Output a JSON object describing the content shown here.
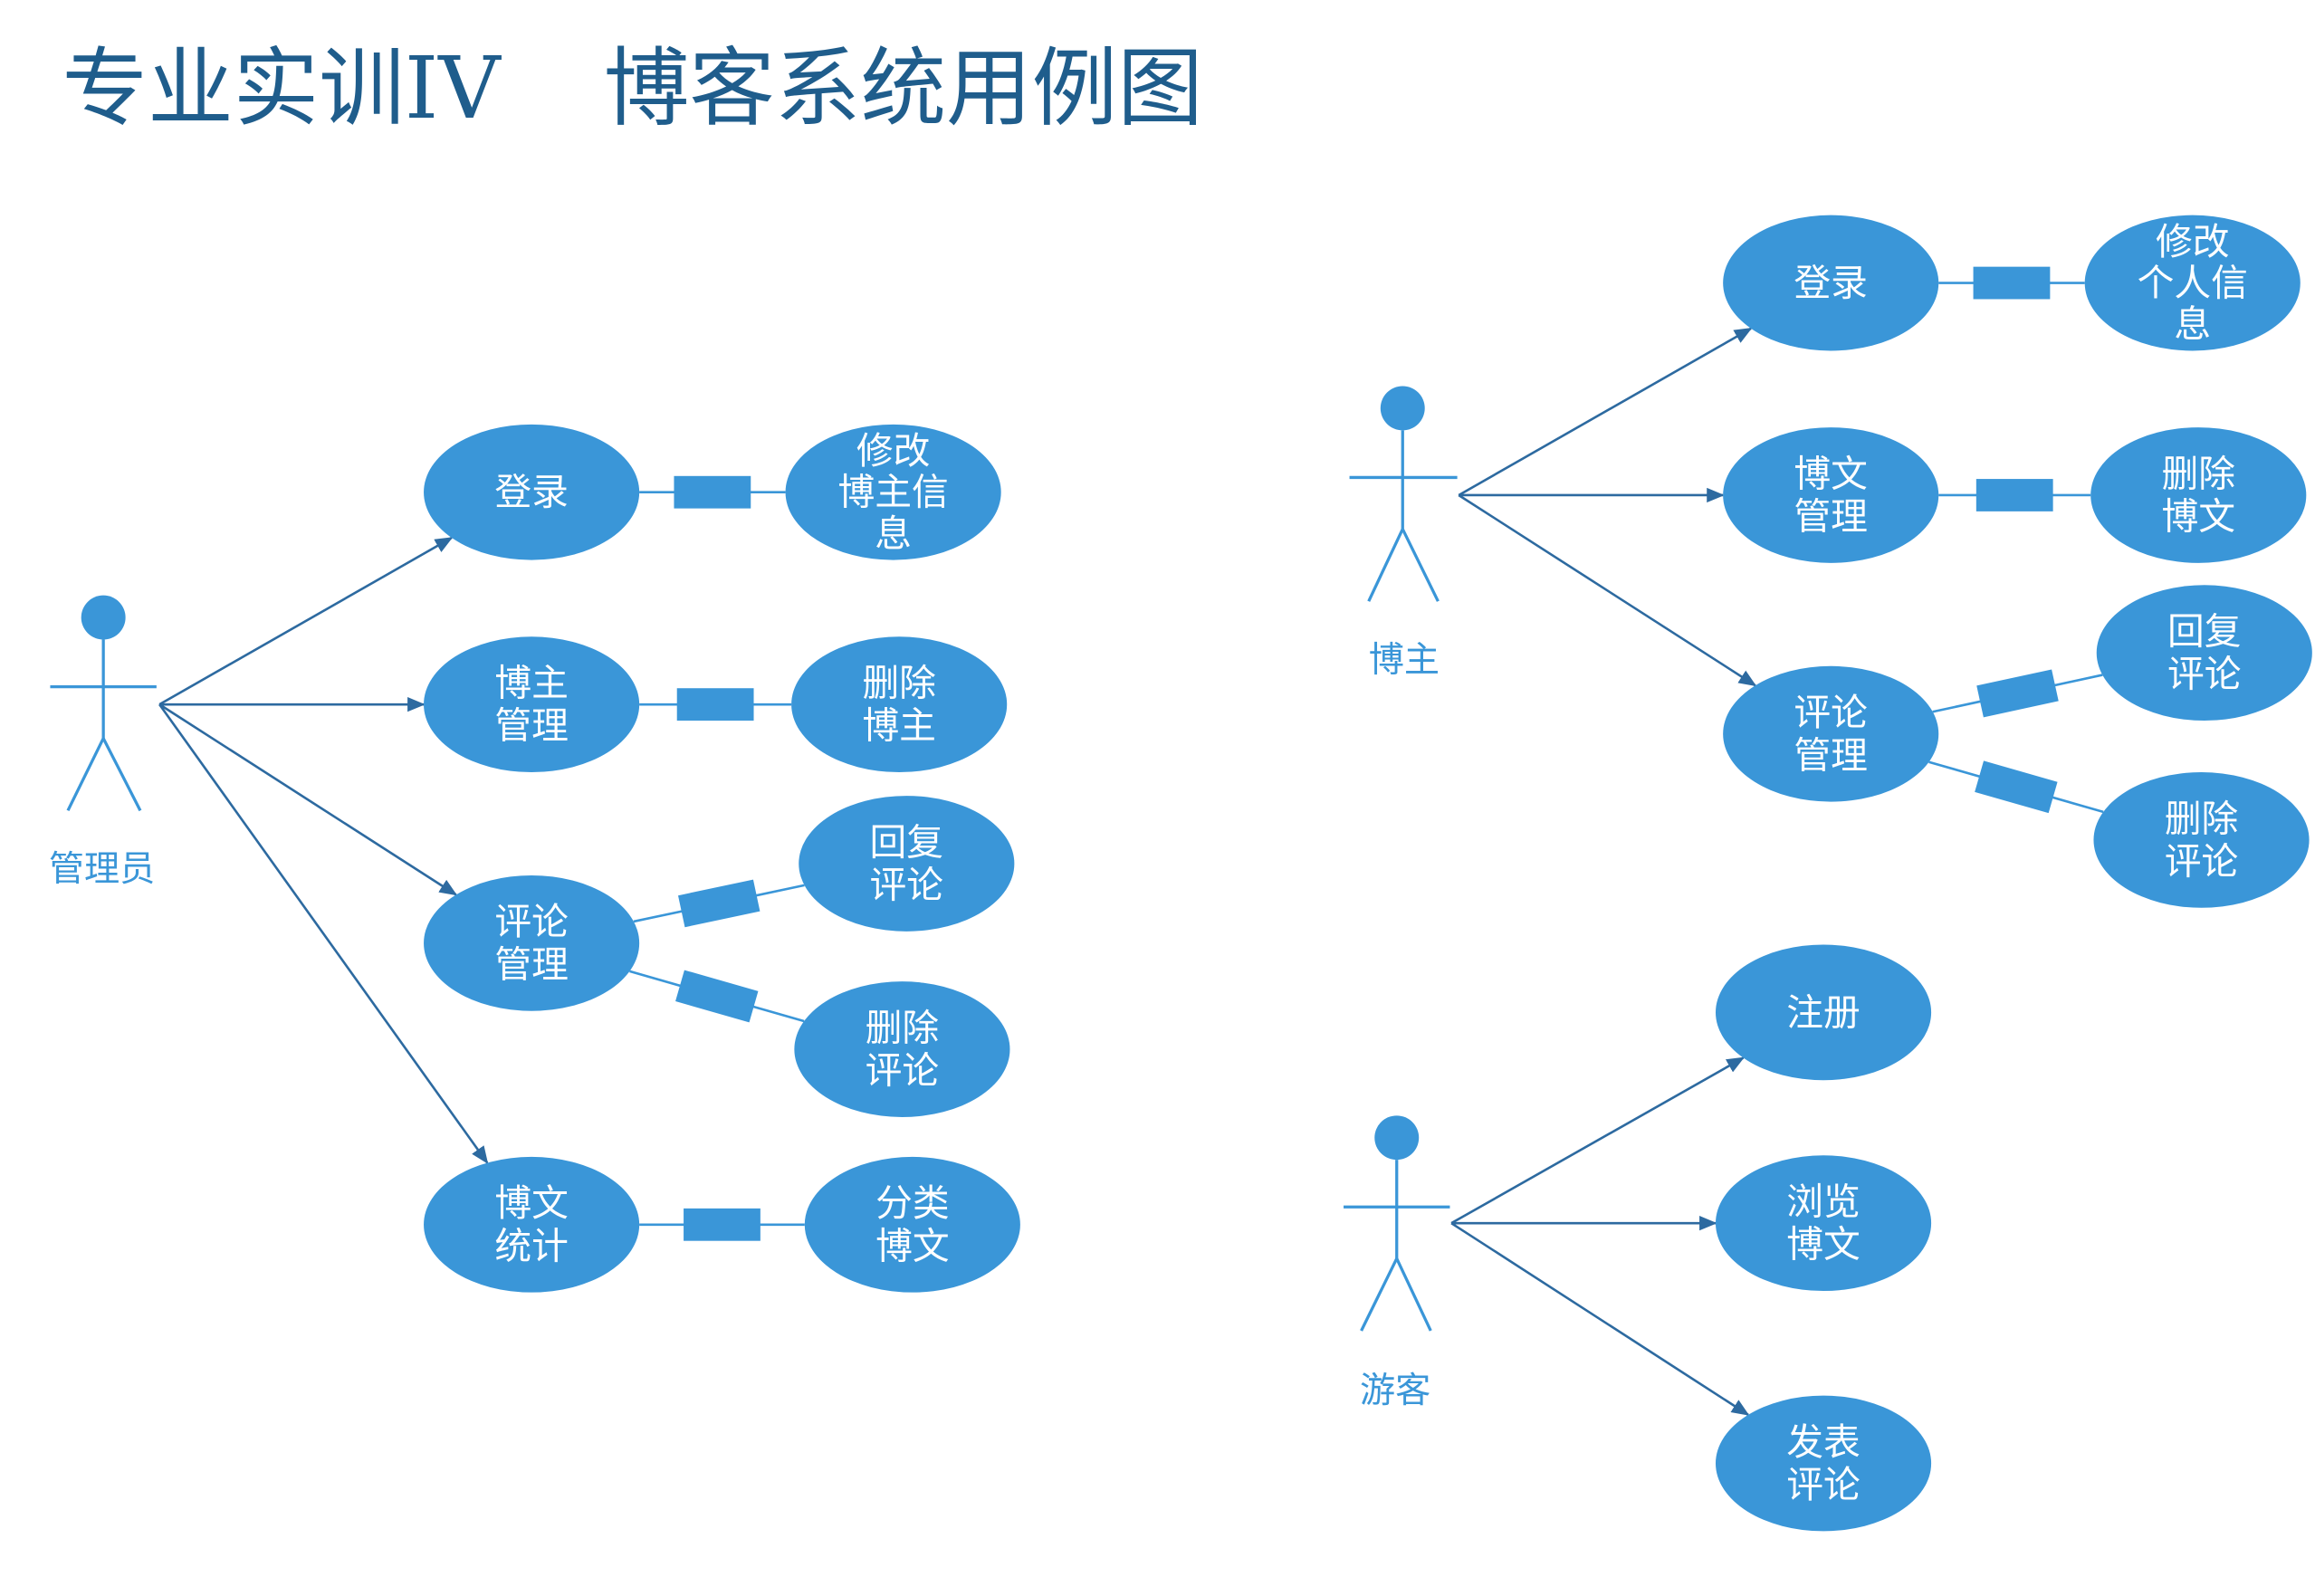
{
  "title": {
    "part1": "专业实训IV",
    "part2": "博客系统用例图"
  },
  "colors": {
    "use_case_fill": "#3a96d8",
    "actor": "#3a96d8",
    "arrow": "#2d6aa0",
    "title": "#1f5d8c",
    "use_case_text": "#ffffff"
  },
  "actors": [
    {
      "id": "admin",
      "label": "管理员"
    },
    {
      "id": "blogger",
      "label": "博主"
    },
    {
      "id": "visitor",
      "label": "游客"
    }
  ],
  "use_cases": [
    {
      "id": "admin-login",
      "lines": [
        "登录"
      ]
    },
    {
      "id": "admin-edit-blogger-info",
      "lines": [
        "修改",
        "博主信",
        "息"
      ]
    },
    {
      "id": "admin-blogger-manage",
      "lines": [
        "博主",
        "管理"
      ]
    },
    {
      "id": "admin-delete-blogger",
      "lines": [
        "删除",
        "博主"
      ]
    },
    {
      "id": "admin-comment-manage",
      "lines": [
        "评论",
        "管理"
      ]
    },
    {
      "id": "admin-reply-comment",
      "lines": [
        "回复",
        "评论"
      ]
    },
    {
      "id": "admin-delete-comment",
      "lines": [
        "删除",
        "评论"
      ]
    },
    {
      "id": "admin-post-stats",
      "lines": [
        "博文",
        "统计"
      ]
    },
    {
      "id": "admin-categorize-post",
      "lines": [
        "分类",
        "博文"
      ]
    },
    {
      "id": "blogger-login",
      "lines": [
        "登录"
      ]
    },
    {
      "id": "blogger-edit-profile",
      "lines": [
        "修改",
        "个人信",
        "息"
      ]
    },
    {
      "id": "blogger-post-manage",
      "lines": [
        "博文",
        "管理"
      ]
    },
    {
      "id": "blogger-delete-post",
      "lines": [
        "删除",
        "博文"
      ]
    },
    {
      "id": "blogger-comment-manage",
      "lines": [
        "评论",
        "管理"
      ]
    },
    {
      "id": "blogger-reply-comment",
      "lines": [
        "回复",
        "评论"
      ]
    },
    {
      "id": "blogger-delete-comment",
      "lines": [
        "删除",
        "评论"
      ]
    },
    {
      "id": "visitor-register",
      "lines": [
        "注册"
      ]
    },
    {
      "id": "visitor-browse-post",
      "lines": [
        "浏览",
        "博文"
      ]
    },
    {
      "id": "visitor-post-comment",
      "lines": [
        "发表",
        "评论"
      ]
    }
  ],
  "associations": [
    {
      "from": "admin",
      "to": "admin-login"
    },
    {
      "from": "admin",
      "to": "admin-blogger-manage"
    },
    {
      "from": "admin",
      "to": "admin-comment-manage"
    },
    {
      "from": "admin",
      "to": "admin-post-stats"
    },
    {
      "from": "blogger",
      "to": "blogger-login"
    },
    {
      "from": "blogger",
      "to": "blogger-post-manage"
    },
    {
      "from": "blogger",
      "to": "blogger-comment-manage"
    },
    {
      "from": "visitor",
      "to": "visitor-register"
    },
    {
      "from": "visitor",
      "to": "visitor-browse-post"
    },
    {
      "from": "visitor",
      "to": "visitor-post-comment"
    }
  ],
  "extensions": [
    {
      "from": "admin-login",
      "to": "admin-edit-blogger-info"
    },
    {
      "from": "admin-blogger-manage",
      "to": "admin-delete-blogger"
    },
    {
      "from": "admin-comment-manage",
      "to": "admin-reply-comment"
    },
    {
      "from": "admin-comment-manage",
      "to": "admin-delete-comment"
    },
    {
      "from": "admin-post-stats",
      "to": "admin-categorize-post"
    },
    {
      "from": "blogger-login",
      "to": "blogger-edit-profile"
    },
    {
      "from": "blogger-post-manage",
      "to": "blogger-delete-post"
    },
    {
      "from": "blogger-comment-manage",
      "to": "blogger-reply-comment"
    },
    {
      "from": "blogger-comment-manage",
      "to": "blogger-delete-comment"
    }
  ]
}
